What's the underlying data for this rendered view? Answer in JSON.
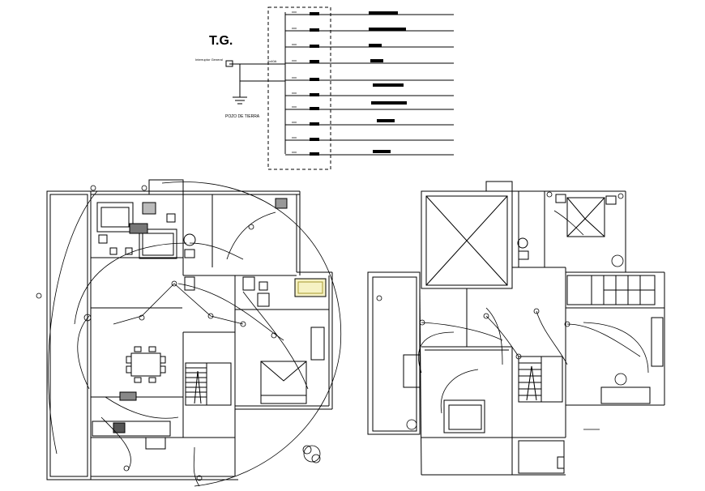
{
  "schematic": {
    "title": "T.G.",
    "main_switch_label": "Interruptor General",
    "ground_label": "POZO DE TIERRA",
    "breaker_label": "2x40A"
  },
  "colors": {
    "line": "#000000",
    "accent": "#e8e08a"
  }
}
